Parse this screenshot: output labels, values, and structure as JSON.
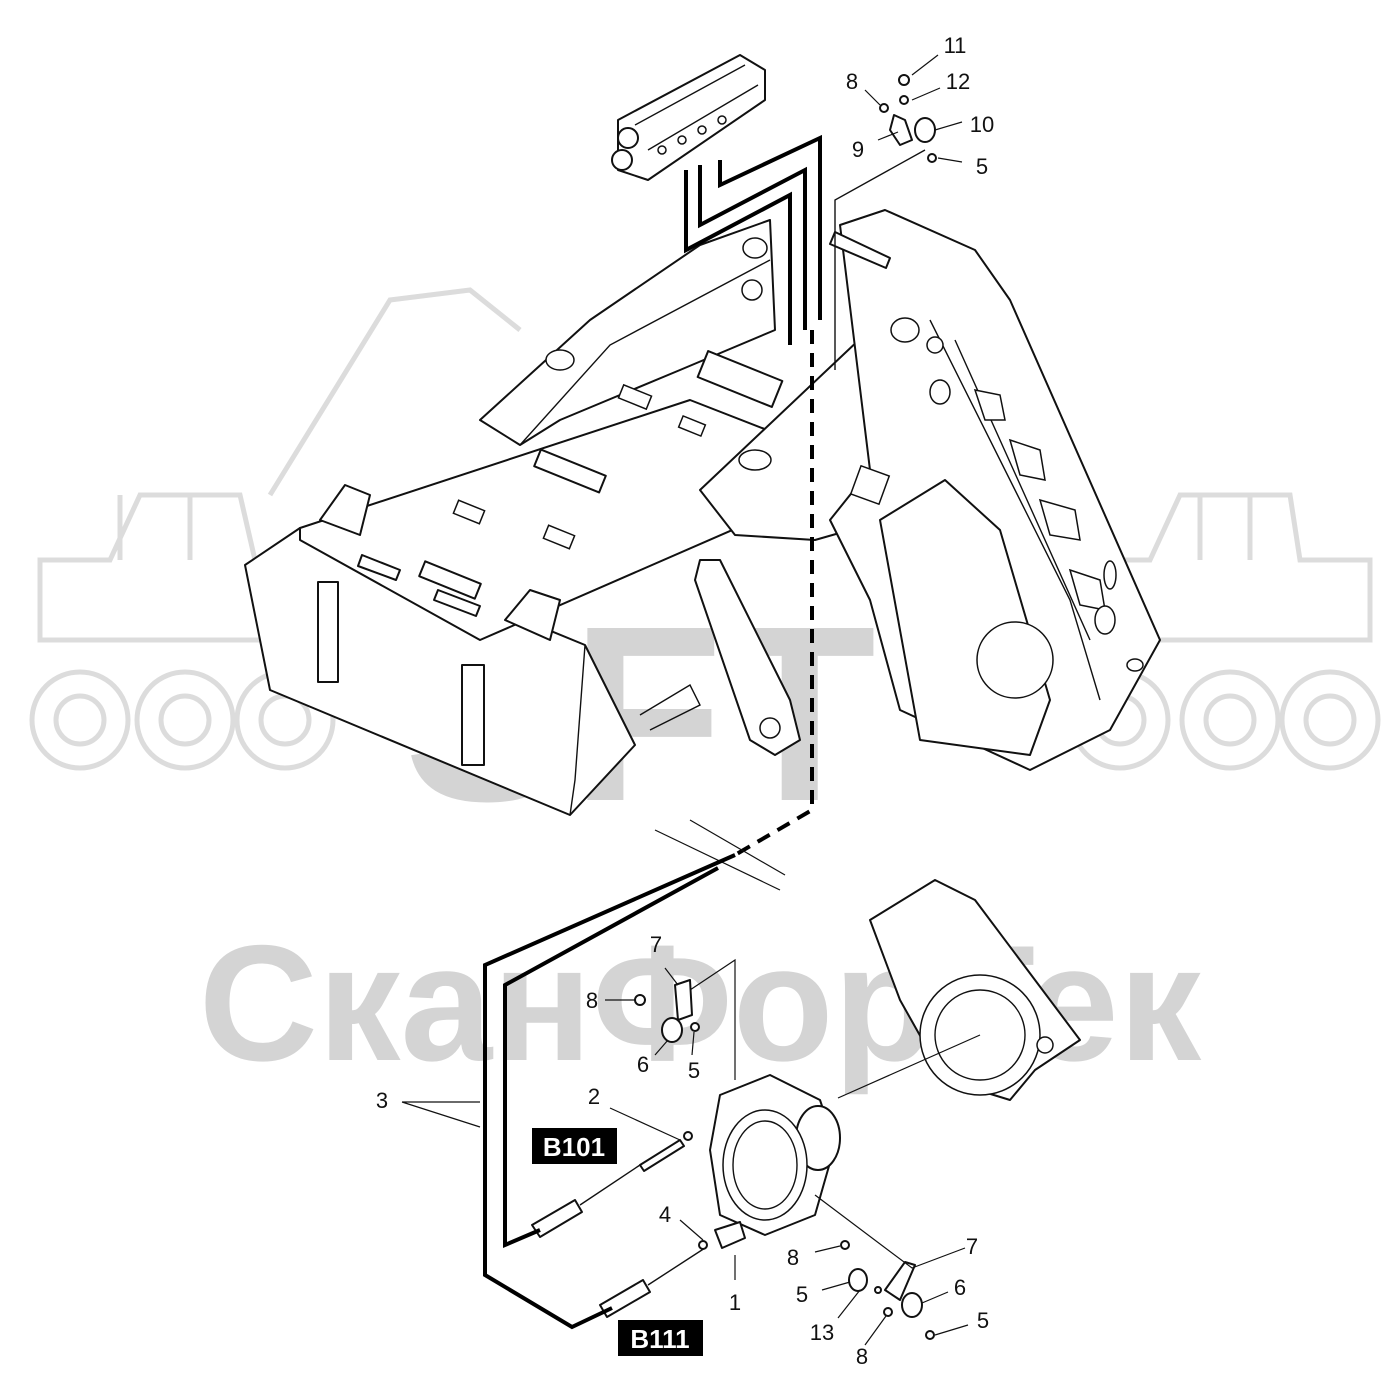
{
  "watermark": {
    "logo_text": "SFT",
    "brand_text": "СканФорТек"
  },
  "sensor_tags": [
    {
      "id": "b101",
      "text": "B101"
    },
    {
      "id": "b111",
      "text": "B111"
    }
  ],
  "callouts": [
    {
      "id": "c11-top",
      "text": "11"
    },
    {
      "id": "c12-top",
      "text": "12"
    },
    {
      "id": "c8-top",
      "text": "8"
    },
    {
      "id": "c10-top",
      "text": "10"
    },
    {
      "id": "c9-top",
      "text": "9"
    },
    {
      "id": "c5-top",
      "text": "5"
    },
    {
      "id": "c7-mid",
      "text": "7"
    },
    {
      "id": "c8-mid",
      "text": "8"
    },
    {
      "id": "c6-mid",
      "text": "6"
    },
    {
      "id": "c5-mid",
      "text": "5"
    },
    {
      "id": "c3",
      "text": "3"
    },
    {
      "id": "c2",
      "text": "2"
    },
    {
      "id": "c4",
      "text": "4"
    },
    {
      "id": "c1",
      "text": "1"
    },
    {
      "id": "c8-bot-a",
      "text": "8"
    },
    {
      "id": "c7-bot",
      "text": "7"
    },
    {
      "id": "c5-bot-a",
      "text": "5"
    },
    {
      "id": "c6-bot",
      "text": "6"
    },
    {
      "id": "c13",
      "text": "13"
    },
    {
      "id": "c5-bot-b",
      "text": "5"
    },
    {
      "id": "c8-bot-b",
      "text": "8"
    }
  ],
  "colors": {
    "line": "#111111",
    "tag_bg": "#000000",
    "tag_text": "#ffffff",
    "watermark": "#d4d4d4"
  }
}
